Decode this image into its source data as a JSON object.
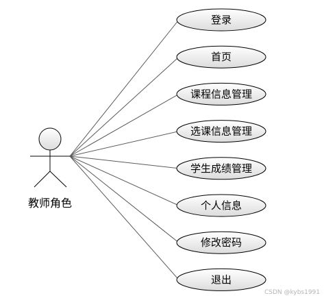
{
  "actor": {
    "label": "教师角色"
  },
  "use_cases": [
    {
      "id": "login",
      "label": "登录"
    },
    {
      "id": "home",
      "label": "首页"
    },
    {
      "id": "course-info-management",
      "label": "课程信息管理"
    },
    {
      "id": "course-selection-management",
      "label": "选课信息管理"
    },
    {
      "id": "student-grade-management",
      "label": "学生成绩管理"
    },
    {
      "id": "personal-info",
      "label": "个人信息"
    },
    {
      "id": "change-password",
      "label": "修改密码"
    },
    {
      "id": "logout",
      "label": "退出"
    }
  ],
  "watermark": "CSDN @kybs1991",
  "colors": {
    "ellipse_fill_top": "#ffffff",
    "ellipse_fill_bottom": "#dcdcdc",
    "stroke": "#000000",
    "line": "#5a5a5a"
  }
}
